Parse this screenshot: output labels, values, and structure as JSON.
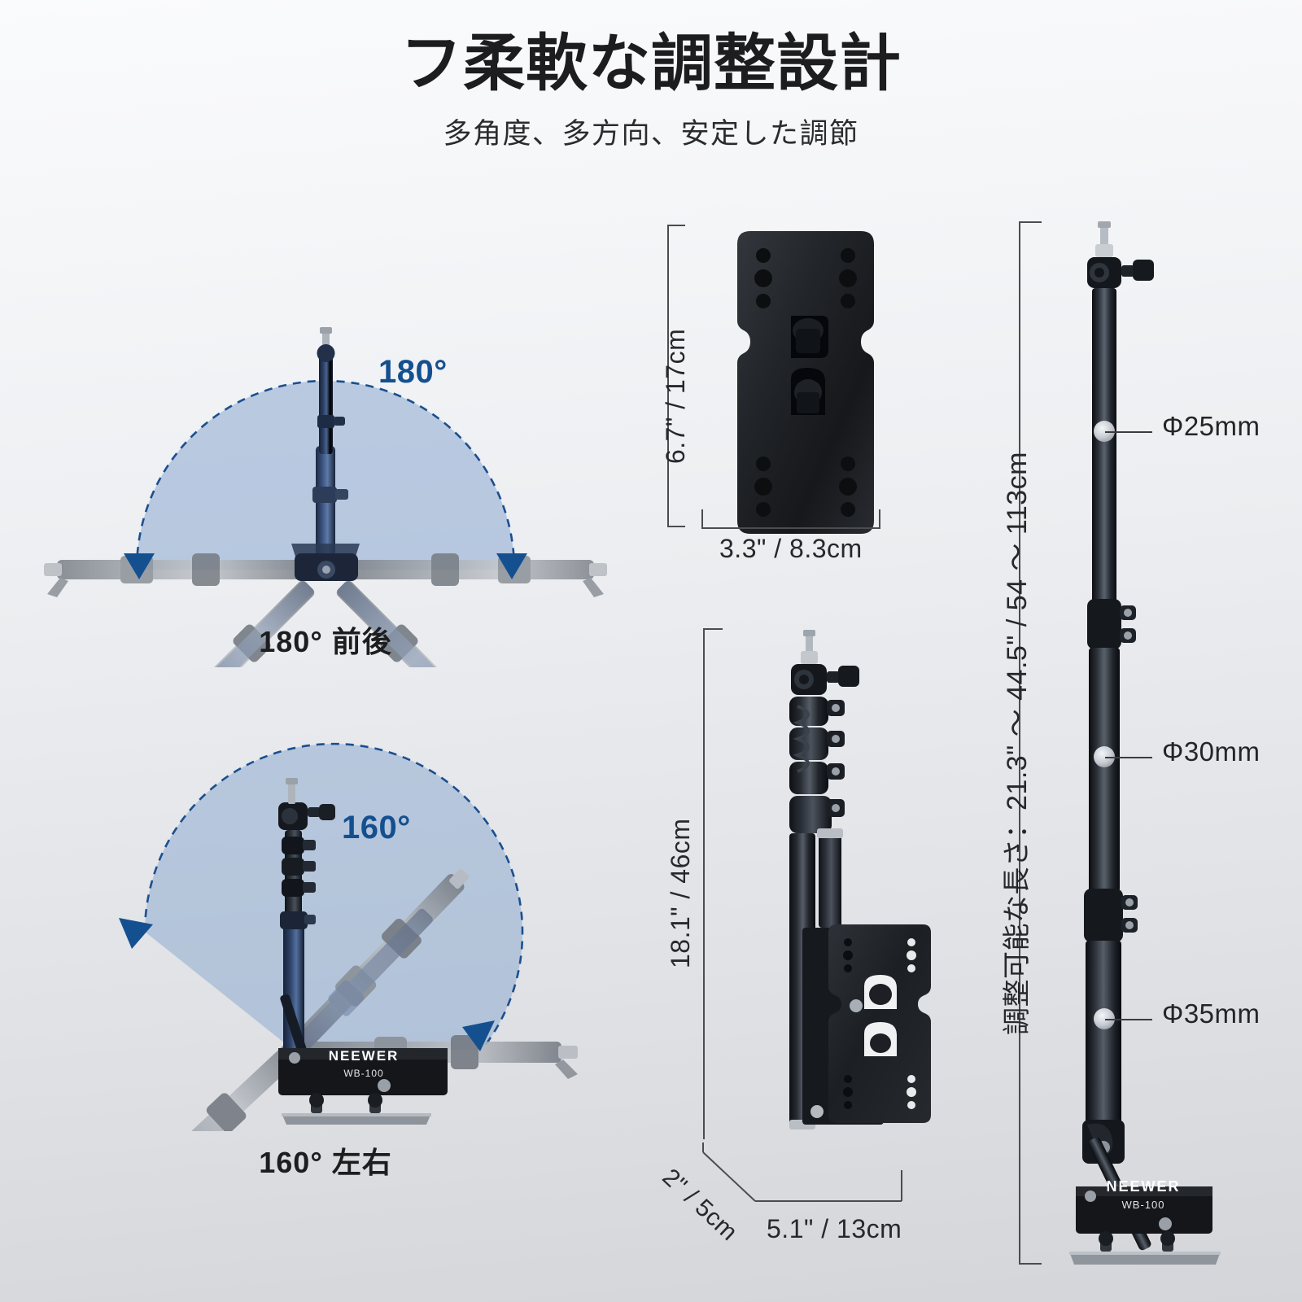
{
  "header": {
    "headline": "フ柔軟な調整設計",
    "subhead": "多角度、多方向、安定した調節"
  },
  "brand": {
    "name": "NEEWER",
    "model": "WB-100"
  },
  "colors": {
    "accent_blue": "#14508f",
    "wedge_fill": "#7f9fc9",
    "arrow_blue": "#14508f",
    "text_dark": "#1d1d1f",
    "dim_gray": "#4a4c50",
    "bg_top": "#fafbfc",
    "bg_bottom": "#d3d5d9"
  },
  "diagrams": [
    {
      "id": "tilt-front-back",
      "angle_value": "180°",
      "caption": "180° 前後"
    },
    {
      "id": "swivel-left-right",
      "angle_value": "160°",
      "caption": "160° 左右"
    }
  ],
  "mount_plate": {
    "height_label": "6.7\" / 17cm",
    "width_label": "3.3\" / 8.3cm"
  },
  "folded_stand": {
    "height_label": "18.1\" / 46cm",
    "depth_label": "2\" / 5cm",
    "width_label": "5.1\" / 13cm"
  },
  "extended_stand": {
    "length_label": "調整可能な長さ：21.3\" ～ 44.5\" / 54 ～ 113cm",
    "tube_labels": [
      "Φ25mm",
      "Φ30mm",
      "Φ35mm"
    ]
  }
}
